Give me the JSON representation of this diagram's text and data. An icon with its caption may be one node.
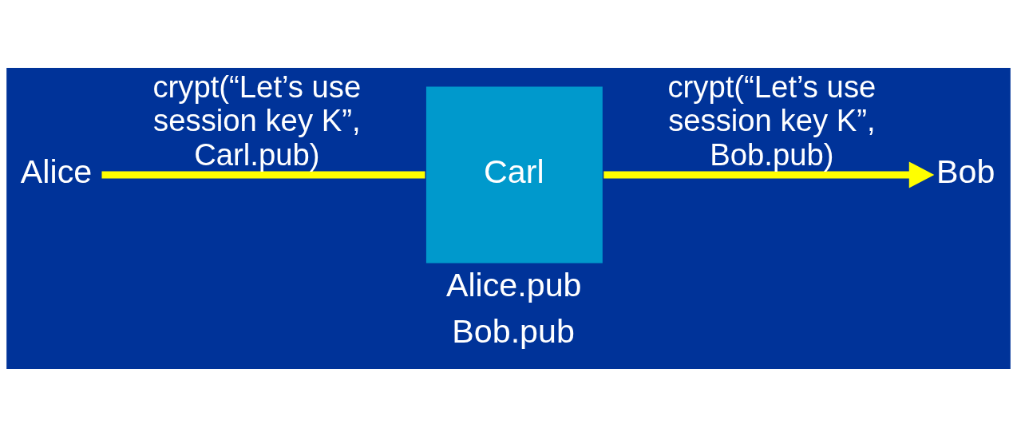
{
  "diagram": {
    "nodes": [
      {
        "text": [
          "Alice"
        ]
      },
      {
        "text": [
          "Carl"
        ],
        "beside": [
          "Alice.pub",
          "Bob.pub"
        ]
      },
      {
        "text": [
          "Bob"
        ]
      }
    ],
    "edges": [
      {
        "from": 0,
        "to": 1,
        "arrow": "none",
        "label": "crypt(“Let’s use session key K”, Carl.pub)"
      },
      {
        "from": 1,
        "to": 2,
        "arrow": "to",
        "label": "crypt(“Let’s use session key K”, Bob.pub)"
      }
    ]
  }
}
